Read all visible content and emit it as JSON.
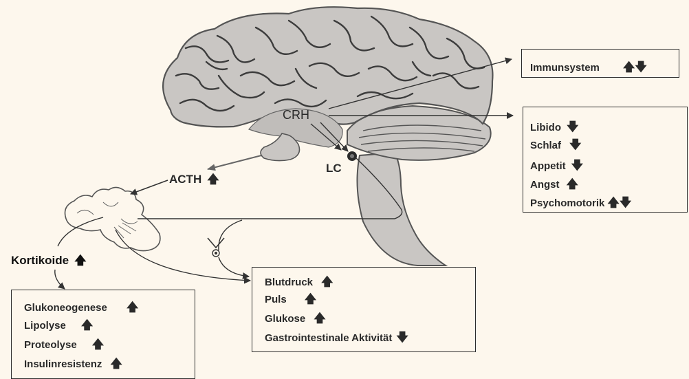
{
  "colors": {
    "background": "#fdf7ed",
    "tissue": "#c9c6c3",
    "line": "#333333",
    "text": "#2a2a2a"
  },
  "labels": {
    "crh": "CRH",
    "lc": "LC",
    "acth": "ACTH",
    "acth_arrow": "🡅",
    "kortikoide": "Kortikoide",
    "kortikoide_arrow": "🡅"
  },
  "boxes": {
    "immun": {
      "items": [
        {
          "label": "Immunsystem",
          "arrow": "🡅🡇"
        }
      ]
    },
    "cns": {
      "items": [
        {
          "label": "Libido",
          "arrow": "🡇"
        },
        {
          "label": "Schlaf",
          "arrow": "🡇"
        },
        {
          "label": "Appetit",
          "arrow": "🡇"
        },
        {
          "label": "Angst",
          "arrow": "🡅"
        },
        {
          "label": "Psychomotorik",
          "arrow": "🡅🡇"
        }
      ]
    },
    "autonomic": {
      "items": [
        {
          "label": "Blutdruck",
          "arrow": "🡅"
        },
        {
          "label": "Puls",
          "arrow": "🡅"
        },
        {
          "label": "Glukose",
          "arrow": "🡅"
        },
        {
          "label": "Gastrointestinale Aktivität",
          "arrow": "🡇"
        }
      ]
    },
    "metabolic": {
      "items": [
        {
          "label": "Glukoneogenese",
          "arrow": "🡅"
        },
        {
          "label": "Lipolyse",
          "arrow": "🡅"
        },
        {
          "label": "Proteolyse",
          "arrow": "🡅"
        },
        {
          "label": "Insulinresistenz",
          "arrow": "🡅"
        }
      ]
    }
  }
}
